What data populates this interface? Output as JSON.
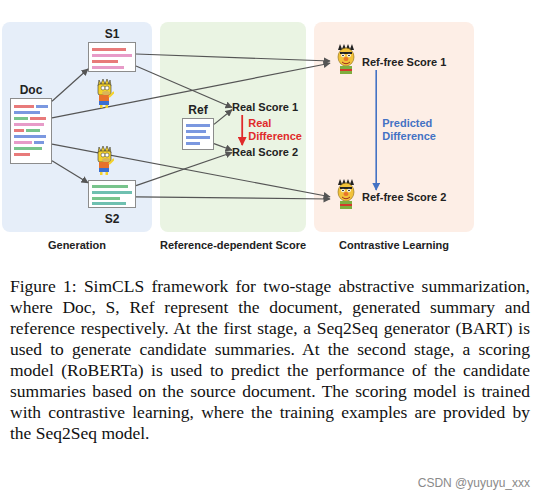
{
  "diagram": {
    "caption": "Figure 1: SimCLS framework for two-stage abstractive summarization, where Doc, S, Ref represent the document, generated summary and reference respectively. At the first stage, a Seq2Seq generator (BART) is used to generate candidate summaries. At the second stage, a scoring model (RoBERTa) is used to predict the performance of the candidate summaries based on the source document. The scoring model is trained with contrastive learning, where the training examples are provided by the Seq2Seq model.",
    "nodes": [
      {
        "text": [
          "Generation"
        ]
      },
      {
        "text": [
          "Doc"
        ],
        "in": 0
      },
      {
        "text": [
          "S1"
        ],
        "in": 0
      },
      {
        "text": [
          "S2"
        ],
        "in": 0
      },
      {
        "text": [
          "Reference-dependent Score"
        ]
      },
      {
        "text": [
          "Ref"
        ],
        "in": 4
      },
      {
        "text": [
          "Real Score 1"
        ],
        "in": 4
      },
      {
        "text": [
          "Real Score 2"
        ],
        "in": 4
      },
      {
        "text": [
          "Contrastive Learning"
        ]
      },
      {
        "text": [
          "Ref-free Score 1"
        ],
        "in": 8
      },
      {
        "text": [
          "Ref-free Score 2"
        ],
        "in": 8
      }
    ],
    "edges": [
      {
        "from": 1,
        "to": 2,
        "arrow": "to"
      },
      {
        "from": 1,
        "to": 3,
        "arrow": "to"
      },
      {
        "from": 2,
        "to": 6,
        "arrow": "to"
      },
      {
        "from": 5,
        "to": 6,
        "arrow": "to"
      },
      {
        "from": 5,
        "to": 7,
        "arrow": "to"
      },
      {
        "from": 3,
        "to": 7,
        "arrow": "to"
      },
      {
        "from": 1,
        "to": 9,
        "arrow": "to"
      },
      {
        "from": 2,
        "to": 9,
        "arrow": "to"
      },
      {
        "from": 1,
        "to": 10,
        "arrow": "to"
      },
      {
        "from": 3,
        "to": 10,
        "arrow": "to"
      },
      {
        "from": 6,
        "to": 7,
        "label": "Real Difference",
        "arrow": "to"
      },
      {
        "from": 9,
        "to": 10,
        "label": "Predicted Difference",
        "arrow": "to"
      }
    ],
    "labels": [
      "CSDN @yuyuyu_xxx"
    ]
  }
}
